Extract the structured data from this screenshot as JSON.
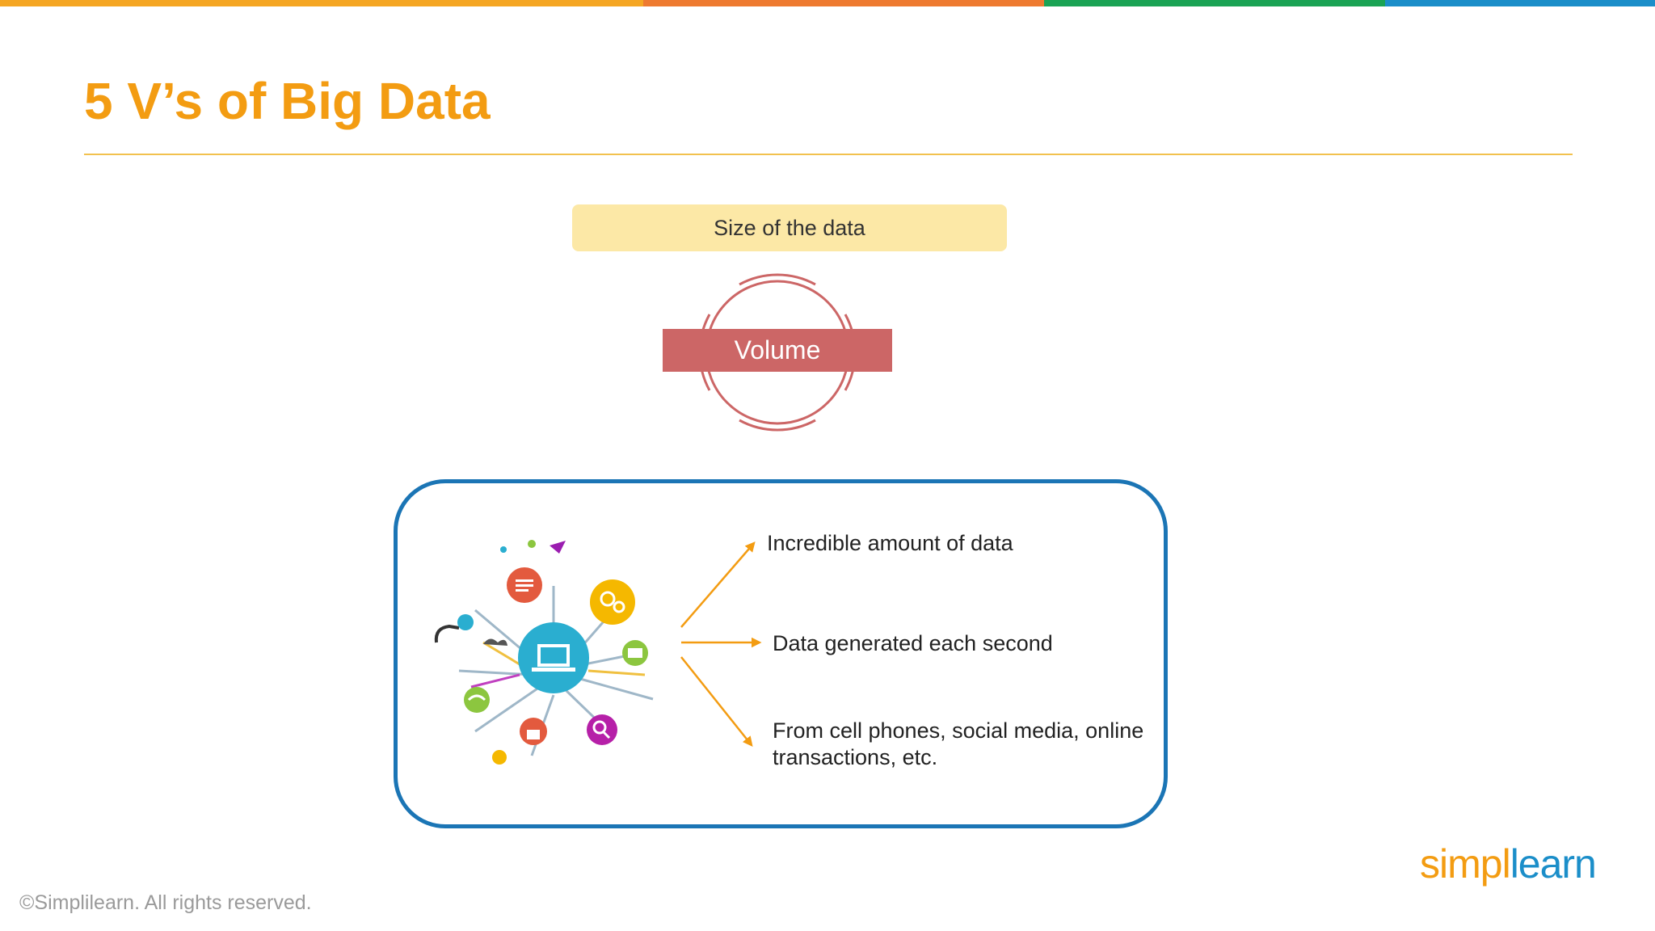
{
  "slide": {
    "title": "5 V’s of Big Data",
    "definition": "Size of the data",
    "v_label": "Volume",
    "points": [
      "Incredible amount of data",
      "Data generated each second",
      "From cell phones, social media, online transactions, etc."
    ],
    "footer": "©Simplilearn. All rights reserved.",
    "logo_part1": "simpl",
    "logo_part2": "learn"
  },
  "colors": {
    "title": "#F39C12",
    "definition_box": "#FCE8A6",
    "volume_bar": "#CC6666",
    "card_border": "#1B75B5",
    "arrow": "#F39C12",
    "topbar": [
      "#F5A623",
      "#EE7A30",
      "#1AA354",
      "#1B8EC9"
    ]
  },
  "icons": [
    "tech-network-icon",
    "laptop-icon",
    "chat-icon",
    "gears-icon",
    "mail-icon",
    "wifi-icon",
    "lock-icon",
    "search-icon",
    "cloud-icon",
    "rocket-icon"
  ]
}
